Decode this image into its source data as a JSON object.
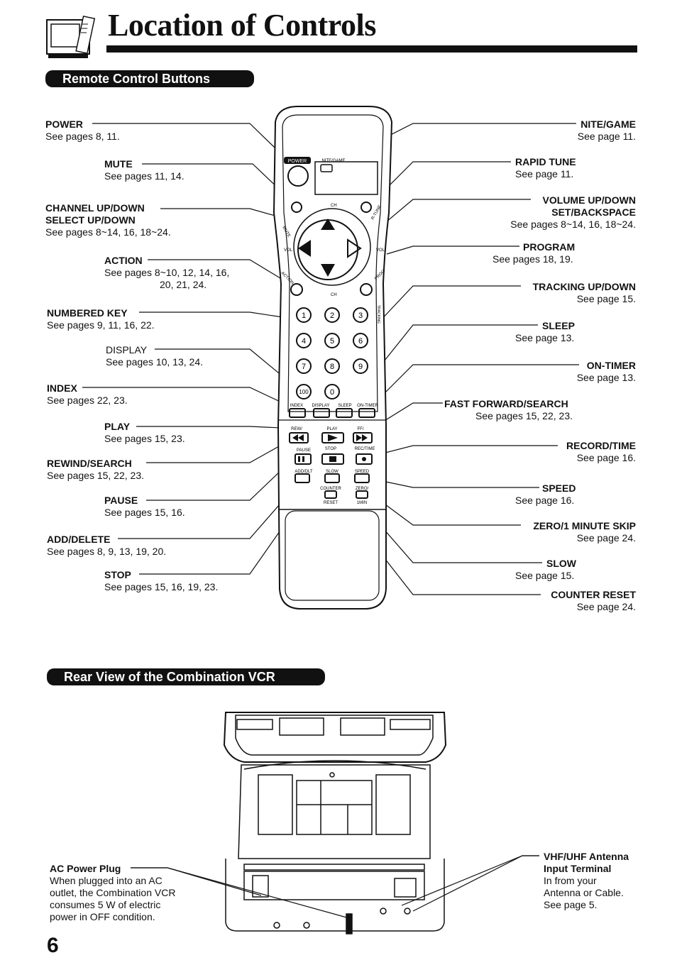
{
  "title": "Location of Controls",
  "sections": {
    "remote": "Remote Control Buttons",
    "rear": "Rear View of the Combination VCR"
  },
  "left_labels": [
    {
      "name": "POWER",
      "pages": "See pages 8, 11."
    },
    {
      "name": "MUTE",
      "pages": "See pages 11, 14."
    },
    {
      "name": "CHANNEL UP/DOWN",
      "name2": "SELECT UP/DOWN",
      "pages": "See pages 8~14, 16, 18~24."
    },
    {
      "name": "ACTION",
      "pages": "See pages  8~10, 12, 14, 16,",
      "pages2": "20, 21, 24."
    },
    {
      "name": "NUMBERED KEY",
      "pages": "See pages 9, 11, 16, 22."
    },
    {
      "name": "DISPLAY",
      "pages": "See pages 10, 13, 24."
    },
    {
      "name": "INDEX",
      "pages": "See pages 22, 23."
    },
    {
      "name": "PLAY",
      "pages": "See pages 15, 23."
    },
    {
      "name": "REWIND/SEARCH",
      "pages": "See pages 15, 22, 23."
    },
    {
      "name": "PAUSE",
      "pages": "See pages 15, 16."
    },
    {
      "name": "ADD/DELETE",
      "pages": "See pages 8, 9, 13, 19, 20."
    },
    {
      "name": "STOP",
      "pages": "See pages 15, 16, 19, 23."
    }
  ],
  "right_labels": [
    {
      "name": "NITE/GAME",
      "pages": "See page 11."
    },
    {
      "name": "RAPID TUNE",
      "pages": "See page 11."
    },
    {
      "name": "VOLUME UP/DOWN",
      "name2": "SET/BACKSPACE",
      "pages": "See pages 8~14, 16, 18~24."
    },
    {
      "name": "PROGRAM",
      "pages": "See pages 18, 19."
    },
    {
      "name": "TRACKING UP/DOWN",
      "pages": "See page 15."
    },
    {
      "name": "SLEEP",
      "pages": "See page 13."
    },
    {
      "name": "ON-TIMER",
      "pages": "See page 13."
    },
    {
      "name": "FAST FORWARD/SEARCH",
      "pages": "See pages 15, 22, 23."
    },
    {
      "name": "RECORD/TIME",
      "pages": "See page 16."
    },
    {
      "name": "SPEED",
      "pages": "See page 16."
    },
    {
      "name": "ZERO/1 MINUTE SKIP",
      "pages": "See page 24."
    },
    {
      "name": "SLOW",
      "pages": "See page 15."
    },
    {
      "name": "COUNTER RESET",
      "pages": "See page 24."
    }
  ],
  "remote_text": {
    "power": "POWER",
    "nite": "NITE/GAME",
    "ch": "CH",
    "mute": "MUTE",
    "rtune": "R-TUNE",
    "vol": "VOL",
    "action": "ACTION",
    "prog": "PROG",
    "tracking": "TRACKING",
    "digits": [
      "1",
      "2",
      "3",
      "4",
      "5",
      "6",
      "7",
      "8",
      "9",
      "100",
      "0"
    ],
    "row1": [
      "INDEX",
      "DISPLAY",
      "SLEEP",
      "ON-TIMER"
    ],
    "row2": [
      "REW/",
      "PLAY",
      "FF/"
    ],
    "row3": [
      "PAUSE",
      "STOP",
      "REC/TIME"
    ],
    "row4": [
      "ADD/DLT",
      "SLOW",
      "SPEED"
    ],
    "row5": [
      "COUNTER",
      "RESET",
      "ZERO/",
      "1MIN"
    ]
  },
  "rear": {
    "ac_title": "AC Power Plug",
    "ac_lines": [
      "When plugged into an AC",
      "outlet, the Combination VCR",
      "consumes 5 W of electric",
      "power in OFF condition."
    ],
    "vhf_title": "VHF/UHF Antenna",
    "vhf_title2": "Input Terminal",
    "vhf_lines": [
      "In from your",
      "Antenna or Cable.",
      "See page 5."
    ]
  },
  "page_number": "6"
}
